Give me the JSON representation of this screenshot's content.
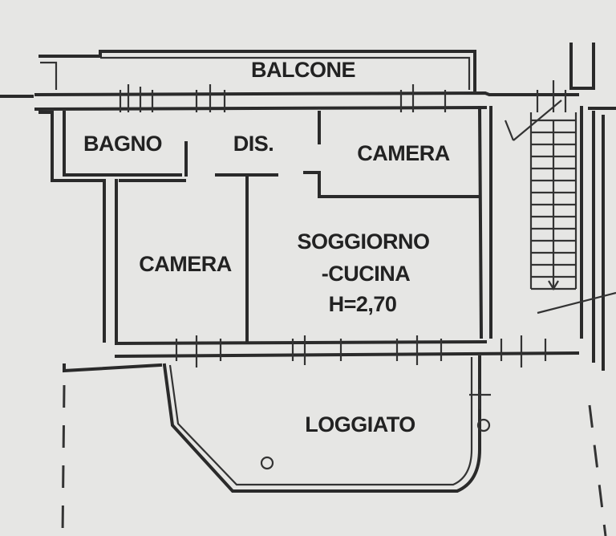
{
  "plan": {
    "balcony": "BALCONE",
    "bathroom": "BAGNO",
    "hallway": "DIS.",
    "bedroom_right": "CAMERA",
    "bedroom_left": "CAMERA",
    "living_line1": "SOGGIORNO",
    "living_line2": "-CUCINA",
    "ceiling_height": "H=2,70",
    "loggia": "LOGGIATO"
  }
}
